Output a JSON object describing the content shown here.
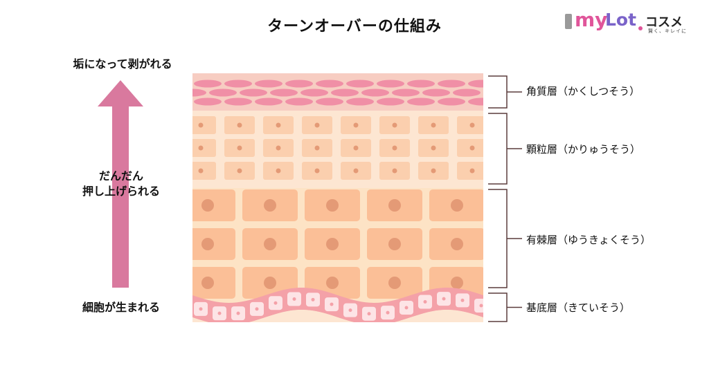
{
  "title": "ターンオーバーの仕組み",
  "logo": {
    "my": "my",
    "lot": "Lot",
    "kosume": "コスメ",
    "sub": "賢く、キレイに"
  },
  "left_labels": {
    "top": "垢になって剥がれる",
    "middle_line1": "だんだん",
    "middle_line2": "押し上げられる",
    "bottom": "細胞が生まれる"
  },
  "layers": [
    {
      "label": "角質層（かくしつそう）"
    },
    {
      "label": "顆粒層（かりゅうそう）"
    },
    {
      "label": "有棘層（ゆうきょくそう）"
    },
    {
      "label": "基底層（きていそう）"
    }
  ],
  "colors": {
    "arrow": "#d9799e",
    "corneum_bg": "#f7cdc2",
    "corneum_cell": "#f08fa6",
    "granular_bg": "#fde6d2",
    "granular_cell": "#fbcfae",
    "spinous_bg": "#fde3c5",
    "spinous_cell": "#fbbf97",
    "nucleus": "#e49a76",
    "basal": "#f4a1a8",
    "basal_cell": "#fde4e6",
    "bracket": "#5a3b3b"
  }
}
